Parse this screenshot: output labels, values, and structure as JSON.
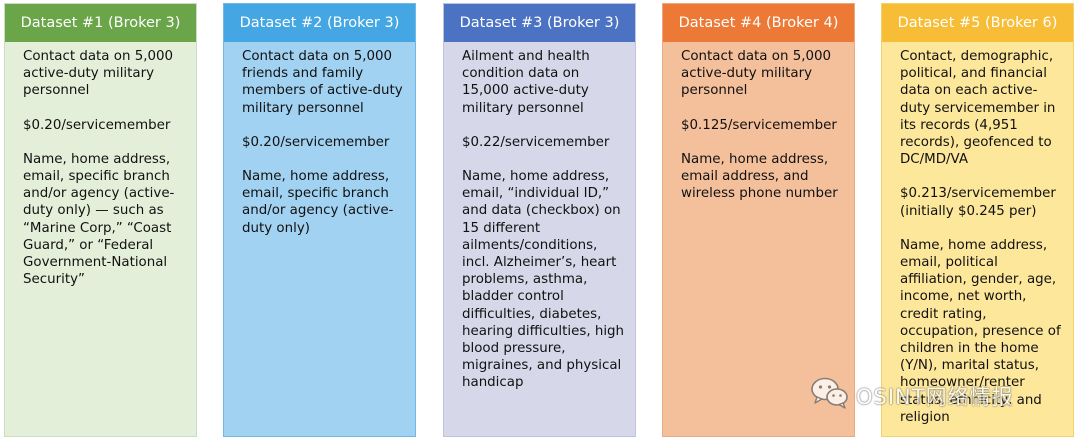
{
  "columns": [
    {
      "header": "Dataset #1 (Broker 3)",
      "header_color": "#6aa549",
      "body_color": "#e4efd9",
      "border_color": "#cfdcc4",
      "paragraphs": [
        "Contact data on 5,000 active-duty military personnel",
        "$0.20/servicemember",
        "Name, home address, email, specific branch and/or agency (active-duty only) — such as “Marine Corp,” “Coast Guard,” or “Federal Government-National Security”"
      ]
    },
    {
      "header": "Dataset #2 (Broker 3)",
      "header_color": "#44a6e2",
      "body_color": "#a2d2f2",
      "border_color": "#6fb8e8",
      "paragraphs": [
        "Contact data on 5,000 friends and family members of active-duty military personnel",
        "$0.20/servicemember",
        "Name, home address, email, specific branch and/or agency (active-duty only)"
      ]
    },
    {
      "header": "Dataset #3 (Broker 3)",
      "header_color": "#4b72c3",
      "body_color": "#d6d8e9",
      "border_color": "#bfc4dc",
      "paragraphs": [
        "Ailment and health condition data on 15,000 active-duty military personnel",
        "$0.22/servicemember",
        "Name, home address, email, “individual ID,” and data (checkbox) on 15 different ailments/conditions, incl. Alzheimer’s, heart problems, asthma, bladder control difficulties, diabetes, hearing difficulties, high blood pressure, migraines, and physical handicap"
      ]
    },
    {
      "header": "Dataset #4 (Broker 4)",
      "header_color": "#ec7a36",
      "body_color": "#f4bf9b",
      "border_color": "#eaa97e",
      "paragraphs": [
        "Contact data on 5,000 active-duty military personnel",
        "$0.125/servicemember",
        "Name, home address, email address, and wireless phone number"
      ]
    },
    {
      "header": "Dataset #5 (Broker 6)",
      "header_color": "#f7bd36",
      "body_color": "#fde79b",
      "border_color": "#f4d26a",
      "paragraphs": [
        "Contact, demographic, political, and financial data on each active-duty servicemember in its records (4,951 records), geofenced to DC/MD/VA",
        "$0.213/servicemember (initially $0.245 per)",
        "Name, home address, email, political affiliation, gender, age, income, net worth, credit rating, occupation, presence of children in the home (Y/N), marital status, homeowner/renter status, ethnicity, and religion"
      ]
    }
  ],
  "watermark": {
    "text": "OSINT网络情报",
    "icon": "wechat-icon"
  }
}
